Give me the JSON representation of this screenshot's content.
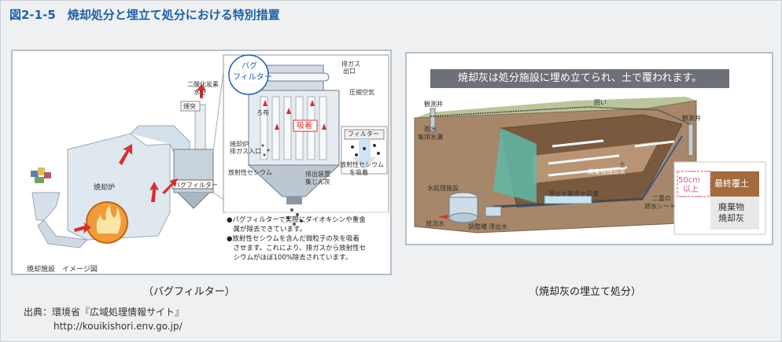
{
  "title": "図2-1-5　焼却処分と埋立て処分における特別措置",
  "left": {
    "caption": "（バグフィルター）",
    "facility_caption": "焼却施設　イメージ図",
    "labels": {
      "incinerator": "焼却炉",
      "chimney": "煙突",
      "co2": "二酸化炭素",
      "water": "水分",
      "bag_filter_box": "バグフィルター",
      "bubble_top": "バグ",
      "bubble_bottom": "フィルター",
      "exhaust_outlet_1": "排ガス",
      "exhaust_outlet_2": "出口",
      "compressed_air": "圧縮空気",
      "filter_cloth": "ろ布",
      "adsorption": "吸着",
      "inlet_1": "焼却炉",
      "inlet_2": "排ガス入口",
      "radioactive_cs": "放射性セシウム",
      "discharge_1": "排出装置",
      "dust_ash": "集じん灰",
      "inset_filter": "フィルター",
      "inset_cs_1": "放射性セシウム",
      "inset_cs_2": "を吸着"
    },
    "notes": [
      "●バグフィルターで実際にダイオキシンや重金",
      "　属が除去できています。",
      "●放射性セシウムを含んだ微粒子の灰を吸着",
      "　させます。これにより、排ガスから放射性セ",
      "　シウムがほぼ100%除去されています。"
    ]
  },
  "right": {
    "caption": "（焼却灰の埋立て処分）",
    "banner": "焼却灰は処分施設に埋め立てられ、土で覆われます。",
    "labels": {
      "well_left": "観測井",
      "well_right": "観測井",
      "fence": "囲い",
      "rain_1": "雨水",
      "rain_2": "集排水溝",
      "soil": "土",
      "ash": "廃棄物焼却灰",
      "drain": "浸出水集排水設備",
      "water_treatment": "水処理施設",
      "discharge": "放流水",
      "tank": "調整槽",
      "leachate": "浸出水",
      "sheet_1": "二重の",
      "sheet_2": "遮水シート"
    },
    "legend": {
      "depth_1": "50cm",
      "depth_2": "以上",
      "final_cover": "最終覆土",
      "waste_1": "廃棄物",
      "waste_2": "焼却灰"
    }
  },
  "source": {
    "line1": "出典：環境省『広域処理情報サイト』",
    "line2": "http://kouikishori.env.go.jp/"
  },
  "colors": {
    "title": "#1f5fa8",
    "arrow": "#d63030",
    "banner": "#6e7077",
    "ground": "#a7876a",
    "final_cover": "#a46b3f",
    "ash_legend": "#e8e8e8",
    "legend_border": "#d8547a"
  }
}
